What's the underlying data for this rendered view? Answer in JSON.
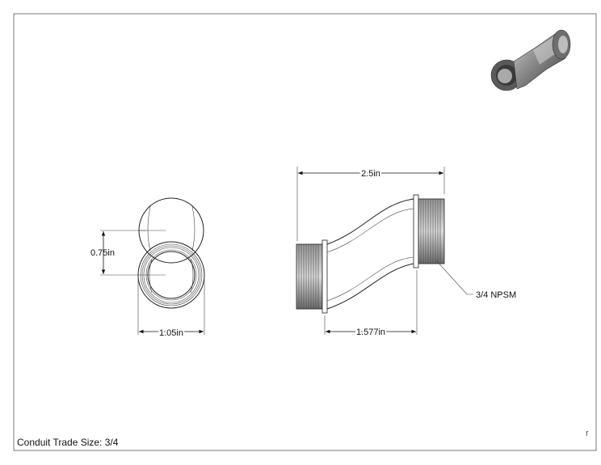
{
  "dimensions": {
    "overall_length": "2.5in",
    "offset": "0.75in",
    "outer_diameter": "1.05in",
    "body_length": "1.577in",
    "thread_callout": "3/4 NPSM"
  },
  "footer": {
    "trade_size": "Conduit Trade Size: 3/4"
  },
  "edge_mark": "r",
  "colors": {
    "line": "#222222",
    "background": "#ffffff",
    "thumbnail_body": "#7a7a7a"
  }
}
